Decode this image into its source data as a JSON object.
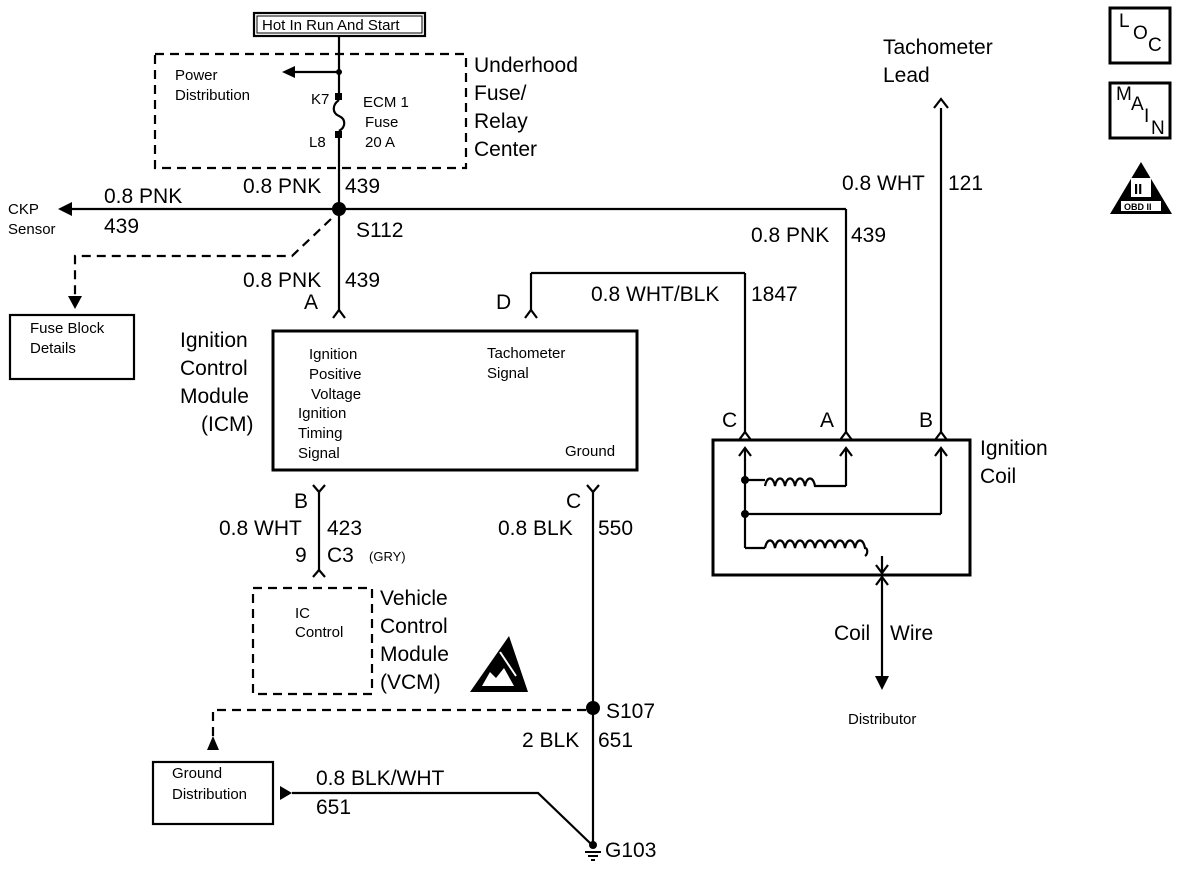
{
  "labels": {
    "hot_in_run": "Hot In Run And Start",
    "power_distribution_1": "Power",
    "power_distribution_2": "Distribution",
    "k7": "K7",
    "l8": "L8",
    "ecm_fuse_1": "ECM 1",
    "ecm_fuse_2": "Fuse",
    "ecm_fuse_3": "20 A",
    "underhood_1": "Underhood",
    "underhood_2": "Fuse/",
    "underhood_3": "Relay",
    "underhood_4": "Center",
    "wire_pnk_top": "0.8 PNK",
    "wire_pnk_top_num": "439",
    "ckp_1": "CKP",
    "ckp_2": "Sensor",
    "wire_ckp": "0.8 PNK",
    "wire_ckp_num": "439",
    "s112": "S112",
    "wire_pnk_a": "0.8 PNK",
    "wire_pnk_a_num": "439",
    "pin_a_icm": "A",
    "fuse_block_1": "Fuse Block",
    "fuse_block_2": "Details",
    "icm_1": "Ignition",
    "icm_2": "Control",
    "icm_3": "Module",
    "icm_4": "(ICM)",
    "icm_ipv_1": "Ignition",
    "icm_ipv_2": "Positive",
    "icm_ipv_3": "Voltage",
    "icm_its_1": "Ignition",
    "icm_its_2": "Timing",
    "icm_its_3": "Signal",
    "icm_tach_1": "Tachometer",
    "icm_tach_2": "Signal",
    "icm_ground": "Ground",
    "pin_d": "D",
    "wire_wht_blk": "0.8 WHT/BLK",
    "wire_wht_blk_num": "1847",
    "tach_1": "Tachometer",
    "tach_2": "Lead",
    "wire_wht_tach": "0.8 WHT",
    "wire_wht_tach_num": "121",
    "wire_pnk_coil": "0.8 PNK",
    "wire_pnk_coil_num": "439",
    "pin_c_coil": "C",
    "pin_a_coil": "A",
    "pin_b_coil": "B",
    "coil_1": "Ignition",
    "coil_2": "Coil",
    "coil_wire_1": "Coil",
    "coil_wire_2": "Wire",
    "distributor": "Distributor",
    "pin_b_icm": "B",
    "wire_wht_423": "0.8 WHT",
    "wire_wht_423_num": "423",
    "c3_pin": "9",
    "c3": "C3",
    "c3_gry": "(GRY)",
    "pin_c_icm": "C",
    "wire_blk_550": "0.8 BLK",
    "wire_blk_550_num": "550",
    "ic_control_1": "IC",
    "ic_control_2": "Control",
    "vcm_1": "Vehicle",
    "vcm_2": "Control",
    "vcm_3": "Module",
    "vcm_4": "(VCM)",
    "s107": "S107",
    "wire_blk_651": "2 BLK",
    "wire_blk_651_num": "651",
    "ground_dist_1": "Ground",
    "ground_dist_2": "Distribution",
    "wire_blk_wht": "0.8 BLK/WHT",
    "wire_blk_wht_num": "651",
    "g103": "G103",
    "loc_l": "L",
    "loc_o": "O",
    "loc_c": "C",
    "main_m": "M",
    "main_a": "A",
    "main_i": "I",
    "main_n": "N",
    "obd_ii": "II",
    "obd_label": "OBD II"
  },
  "icons": [
    "loc-icon",
    "main-icon",
    "obd-ii-icon",
    "esd-warning-icon",
    "ground-symbol-icon",
    "fuse-icon",
    "splice-dot-icon",
    "arrow-icon"
  ]
}
